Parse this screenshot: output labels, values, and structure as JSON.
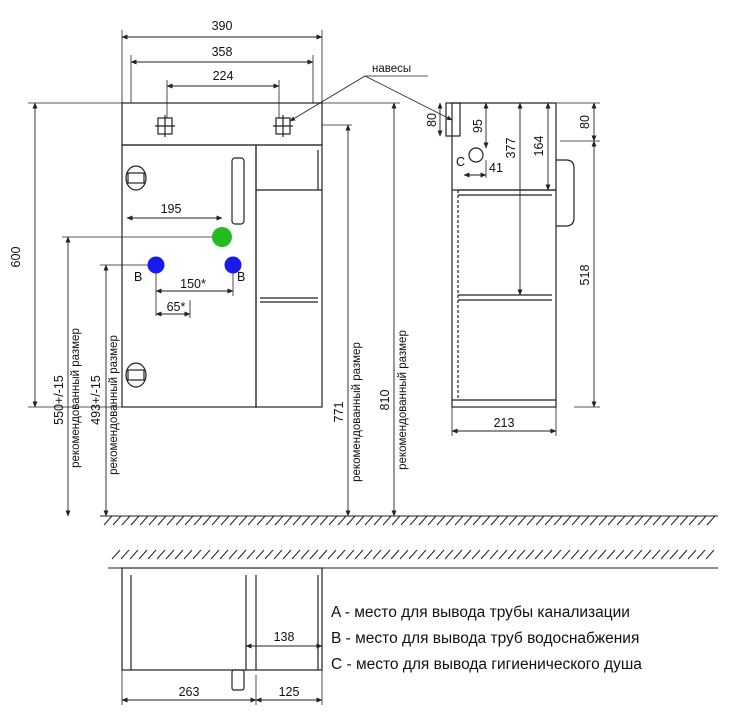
{
  "front_view": {
    "width_total": "390",
    "width_inner": "358",
    "hanger_spacing": "224",
    "hangers_label": "навесы",
    "height_total": "600",
    "drain_offset": "195",
    "water_spacing": "150*",
    "water_offset": "65*",
    "pipe_b_left": "B",
    "pipe_b_right": "B",
    "drain_height": "550+/-15",
    "drain_height_note": "рекомендованный размер",
    "water_height": "493+/-15",
    "water_height_note": "рекомендованный размер",
    "mount_height": "771",
    "mount_height_note": "рекомендованный размер",
    "top_height": "810",
    "top_height_note": "рекомендованный размер"
  },
  "side_view": {
    "top_panel": "80",
    "hanger_depth": "80",
    "shower_height": "95",
    "shower_offset": "41",
    "shower_label": "C",
    "shelf_height_a": "377",
    "shelf_height_b": "164",
    "right_top": "80",
    "body_height": "518",
    "depth": "213"
  },
  "bottom_view": {
    "inner_offset": "138",
    "left_width": "263",
    "right_width": "125"
  },
  "legend": [
    "A - место для вывода трубы канализации",
    "B - место для вывода труб водоснабжения",
    "C - место для вывода гигиенического душа"
  ],
  "colors": {
    "drain_marker": "#22bb22",
    "water_marker": "#1a1aee",
    "line": "#222222"
  }
}
